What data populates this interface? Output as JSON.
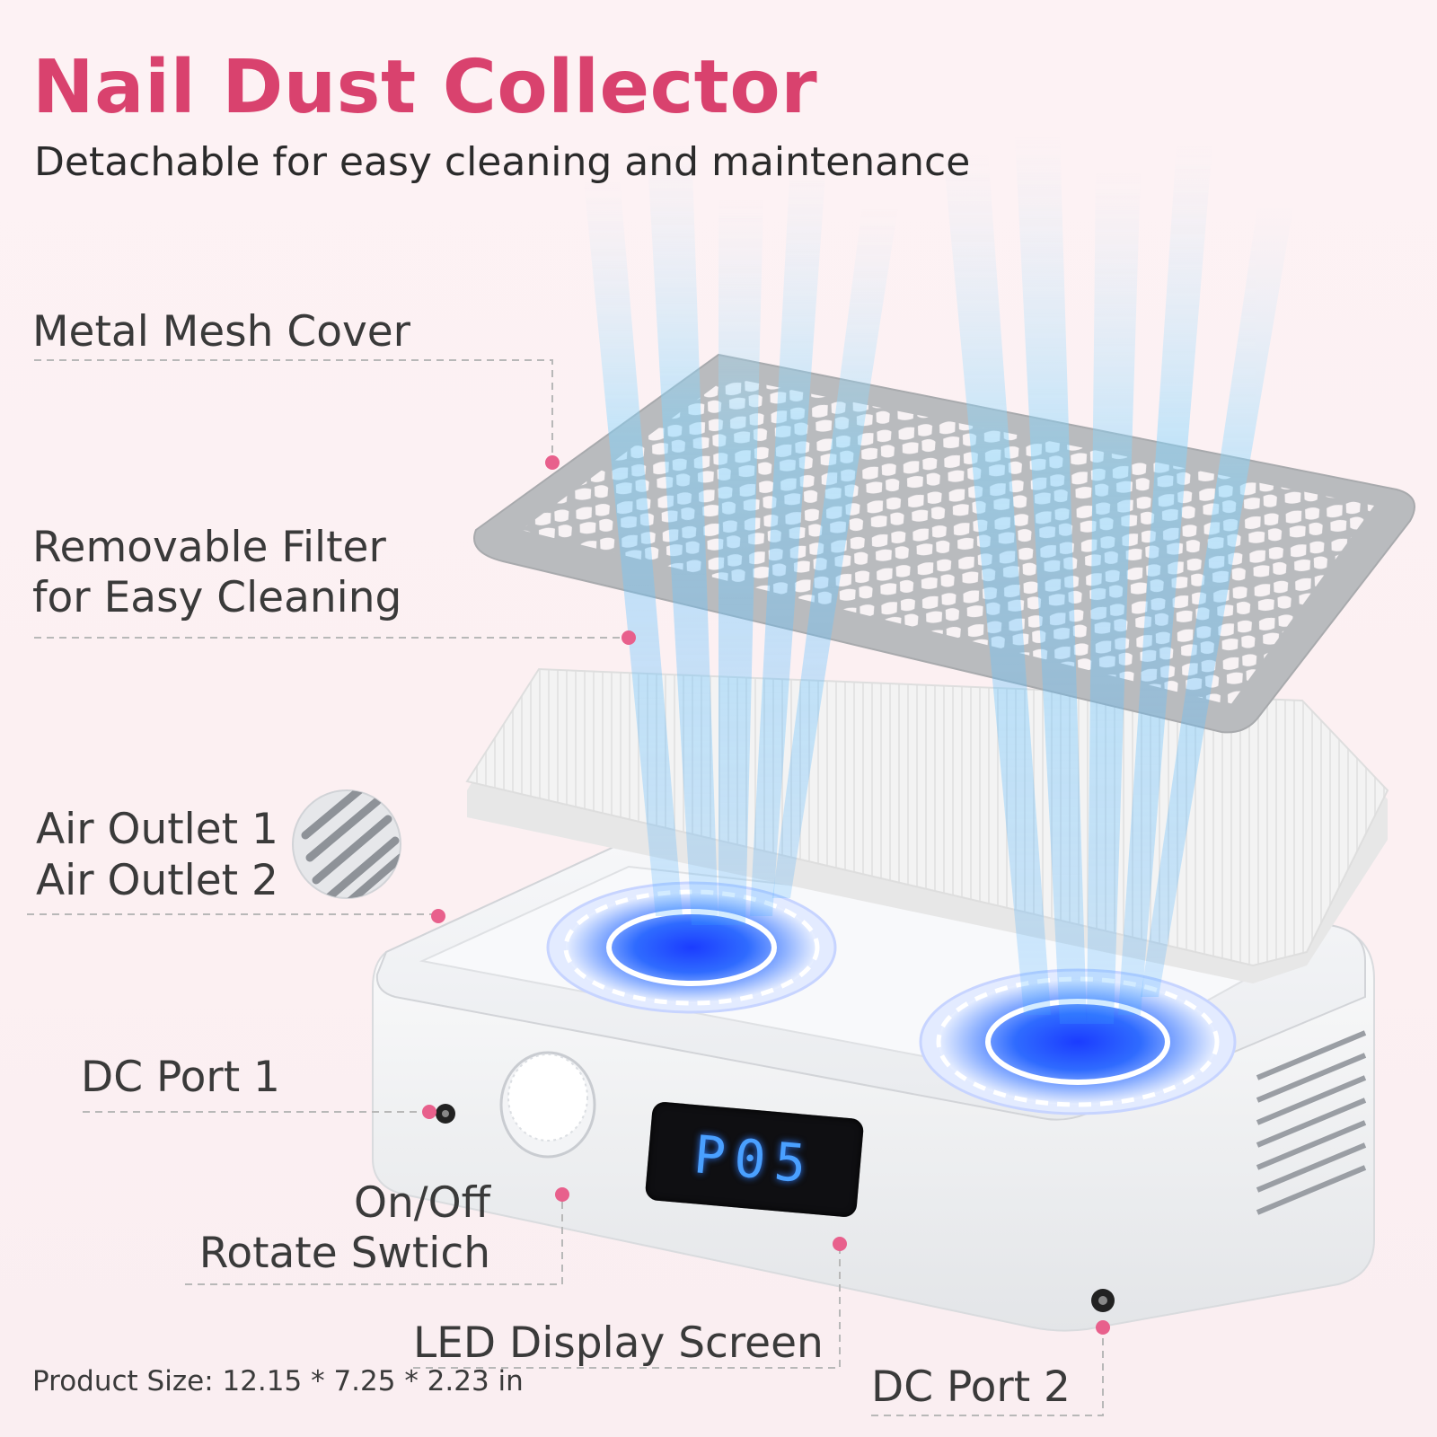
{
  "heading": {
    "title": "Nail Dust Collector",
    "subtitle": "Detachable for easy cleaning and maintenance"
  },
  "callouts": {
    "mesh_cover": "Metal Mesh Cover",
    "filter_line1": "Removable Filter",
    "filter_line2": "for Easy Cleaning",
    "outlet_1": "Air Outlet 1",
    "outlet_2": "Air Outlet 2",
    "dc_port_1": "DC Port 1",
    "switch_line1": "On/Off",
    "switch_line2": "Rotate Swtich",
    "led_screen": "LED Display Screen",
    "dc_port_2": "DC Port 2"
  },
  "display": {
    "readout": "P05"
  },
  "footer": {
    "product_size": "Product Size: 12.15 * 7.25 * 2.23 in"
  },
  "colors": {
    "accent": "#d9426e",
    "text": "#3a3a3a",
    "fan_glow": "#2f6bff",
    "airflow": "#7fd4ff",
    "background": "#fdf2f4"
  },
  "icons": [
    "fan-icon",
    "dc-port-icon",
    "rotary-knob-icon",
    "vent-icon"
  ]
}
